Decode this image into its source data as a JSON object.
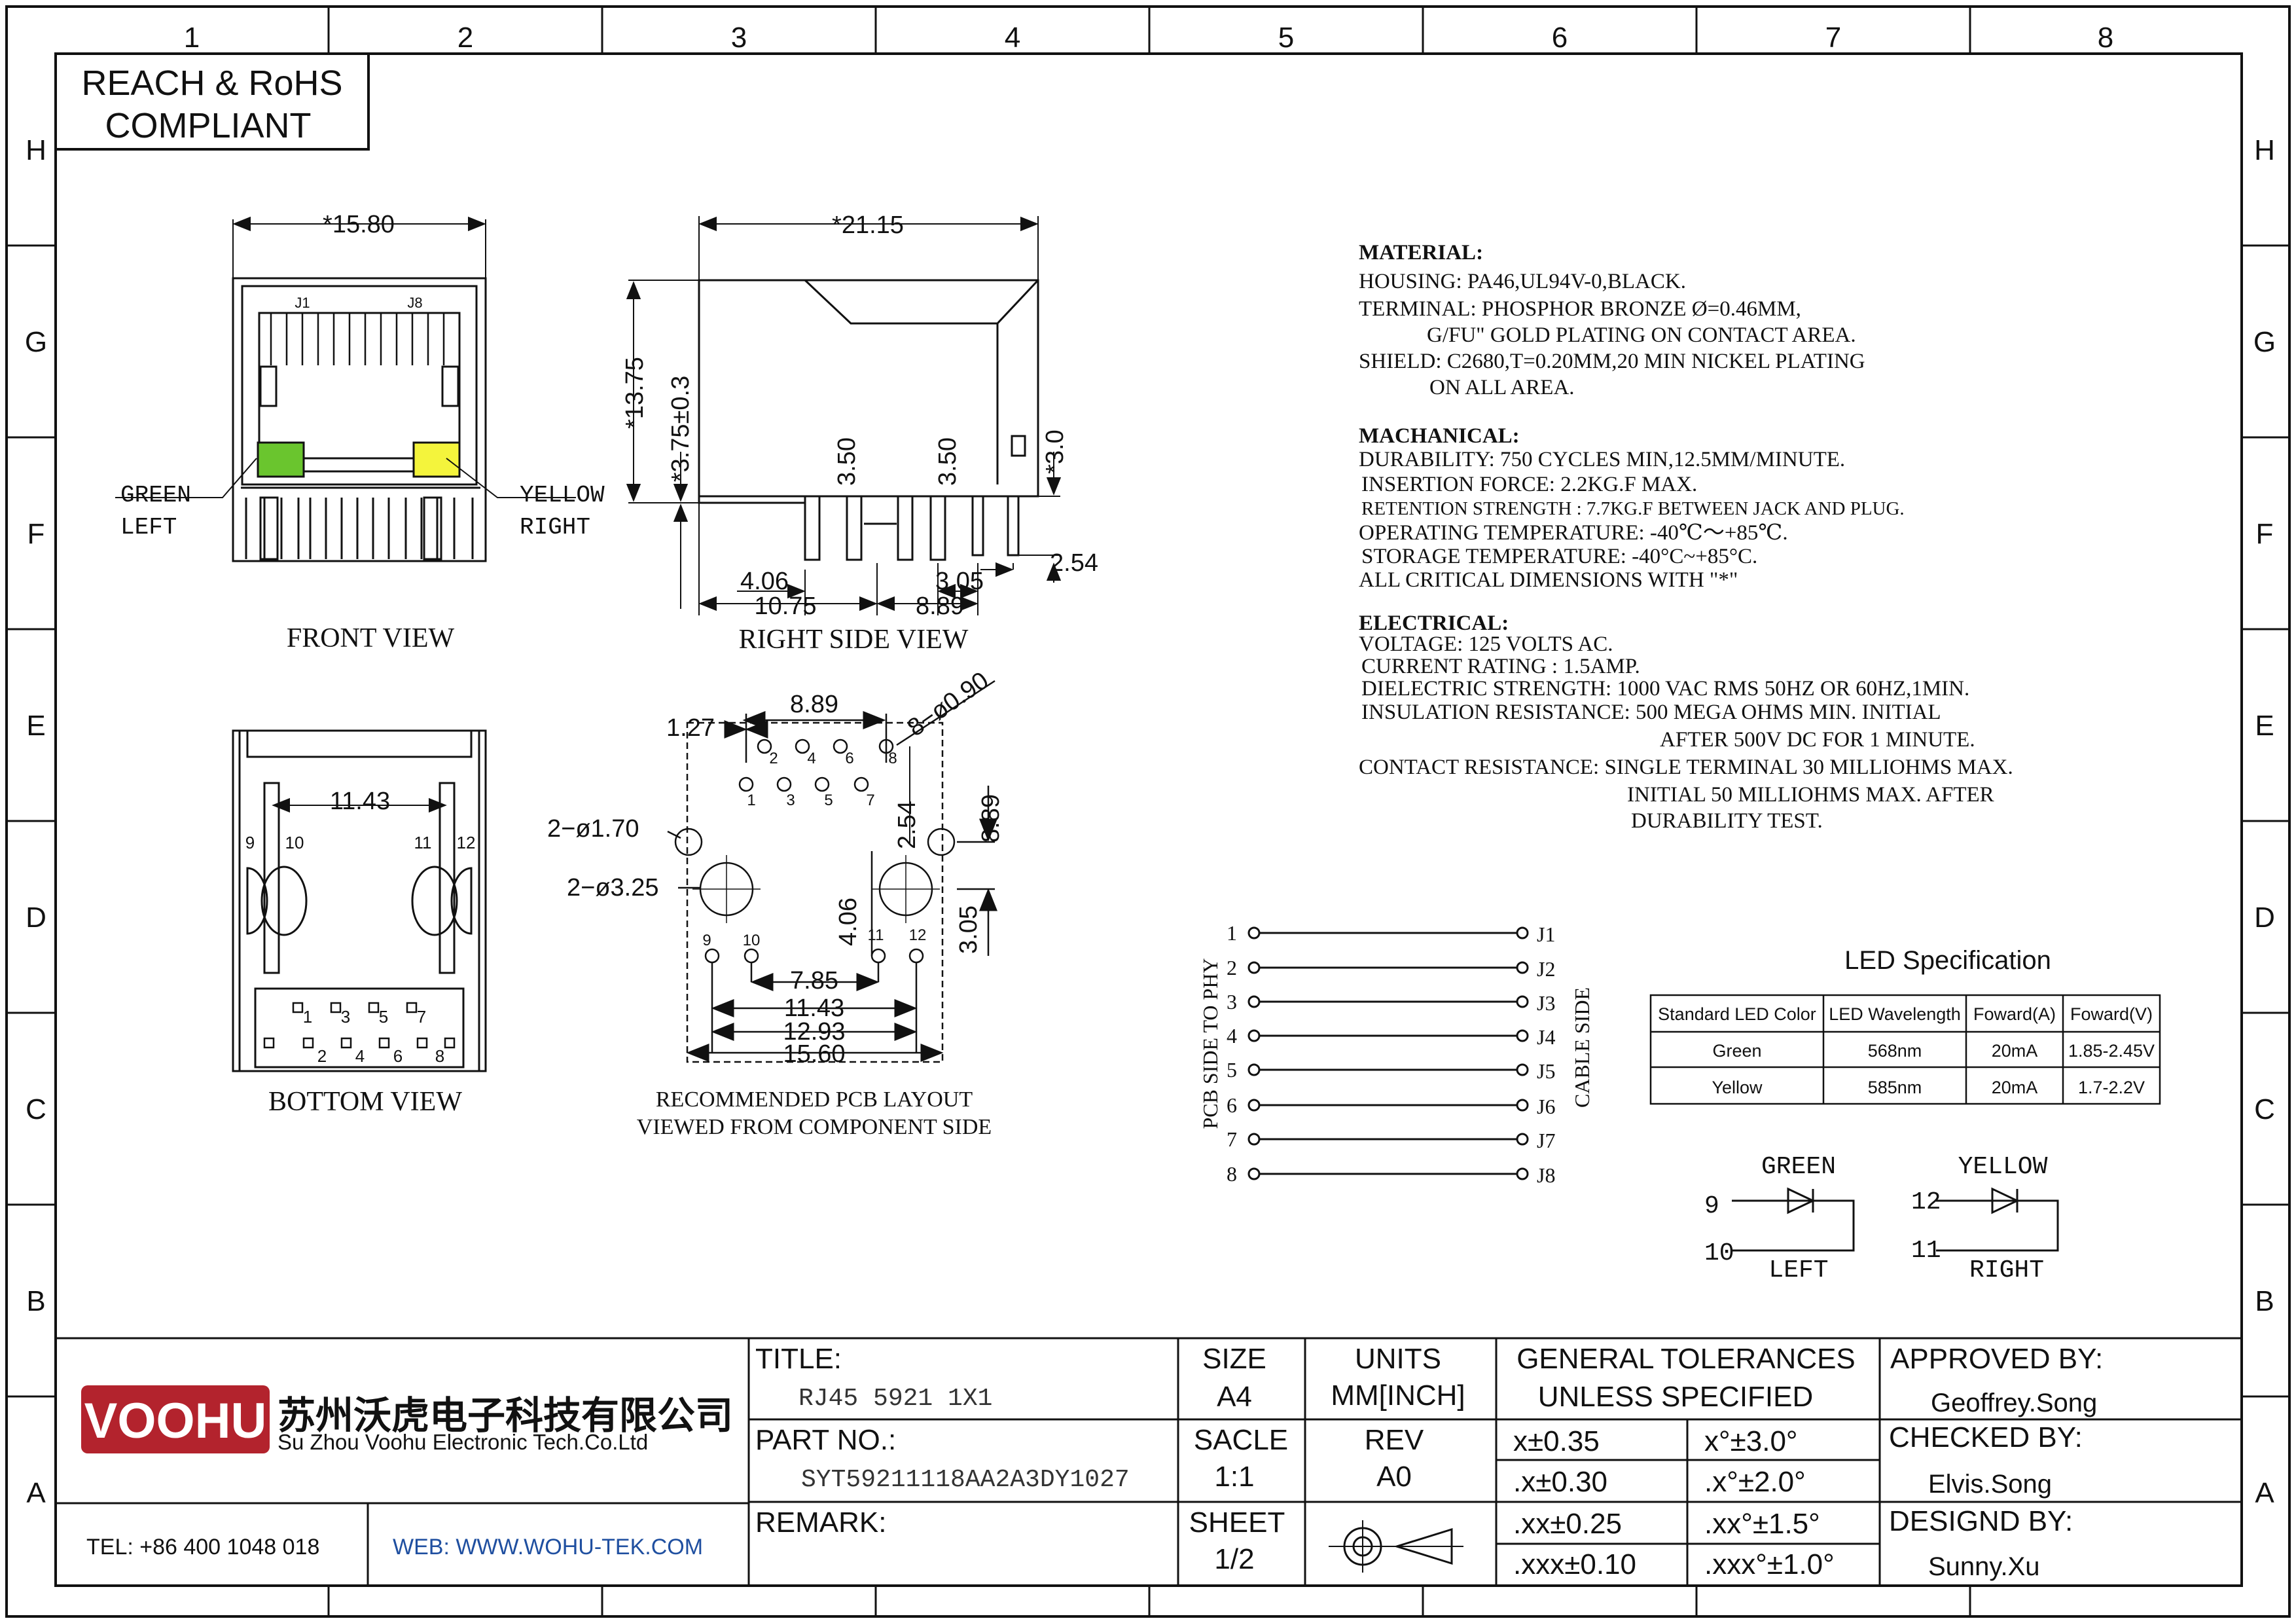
{
  "frame": {
    "col_labels": [
      "1",
      "2",
      "3",
      "4",
      "5",
      "6",
      "7",
      "8"
    ],
    "row_labels": [
      "H",
      "G",
      "F",
      "E",
      "D",
      "C",
      "B",
      "A"
    ]
  },
  "compliance": {
    "line1": "REACH & RoHS",
    "line2": "COMPLIANT"
  },
  "front_view": {
    "title": "FRONT VIEW",
    "dim_width": "*15.80",
    "pin_j1": "J1",
    "pin_j8": "J8",
    "led_left_color": "#6ac52e",
    "led_right_color": "#f4f43c",
    "label_green": "GREEN",
    "label_left": "LEFT",
    "label_yellow": "YELLOW",
    "label_right": "RIGHT"
  },
  "side_view": {
    "title": "RIGHT SIDE VIEW",
    "dim_length": "*21.15",
    "dim_height": "*13.75",
    "dim_standoff": "*3.75±0.3",
    "dim_350a": "3.50",
    "dim_350b": "3.50",
    "dim_30": "*3.0",
    "dim_406": "4.06",
    "dim_305": "3.05",
    "dim_254": "2.54",
    "dim_1075": "10.75",
    "dim_889": "8.89"
  },
  "bottom_view": {
    "title": "BOTTOM VIEW",
    "dim_1143": "11.43",
    "pins_top": [
      "9",
      "10",
      "11",
      "12"
    ],
    "pins_odd": [
      "1",
      "3",
      "5",
      "7"
    ],
    "pins_even": [
      "2",
      "4",
      "6",
      "8"
    ]
  },
  "pcb_layout": {
    "title1": "RECOMMENDED PCB LAYOUT",
    "title2": "VIEWED FROM COMPONENT SIDE",
    "dim_889": "8.89",
    "dim_127": "1.27",
    "dim_holes": "8−ø0.90",
    "dim_170": "2−ø1.70",
    "dim_325": "2−ø3.25",
    "dim_254": "2.54",
    "dim_889v": "8.89",
    "dim_406": "4.06",
    "dim_305": "3.05",
    "dim_785": "7.85",
    "dim_1143": "11.43",
    "dim_1293": "12.93",
    "dim_1560": "15.60",
    "pins_even": [
      "2",
      "4",
      "6",
      "8"
    ],
    "pins_odd": [
      "1",
      "3",
      "5",
      "7"
    ],
    "pins_led": [
      "9",
      "10",
      "11",
      "12"
    ]
  },
  "specs": {
    "material_title": "MATERIAL:",
    "material": [
      "HOUSING: PA46,UL94V-0,BLACK.",
      "TERMINAL: PHOSPHOR BRONZE Ø=0.46MM,",
      "G/FU\" GOLD PLATING ON CONTACT AREA.",
      "SHIELD: C2680,T=0.20MM,20 MIN NICKEL PLATING",
      "ON ALL AREA."
    ],
    "mech_title": "MACHANICAL:",
    "mechanical": [
      "DURABILITY: 750 CYCLES MIN,12.5MM/MINUTE.",
      "INSERTION FORCE: 2.2KG.F MAX.",
      "RETENTION STRENGTH : 7.7KG.F BETWEEN JACK AND PLUG.",
      "OPERATING TEMPERATURE: -40℃～+85℃.",
      "STORAGE TEMPERATURE: -40°C~+85°C.",
      "ALL CRITICAL DIMENSIONS WITH \"*\""
    ],
    "elec_title": "ELECTRICAL:",
    "electrical": [
      "VOLTAGE: 125 VOLTS AC.",
      "CURRENT RATING : 1.5AMP.",
      "DIELECTRIC STRENGTH: 1000 VAC RMS 50HZ OR 60HZ,1MIN.",
      "INSULATION RESISTANCE: 500 MEGA OHMS MIN. INITIAL",
      "AFTER 500V DC FOR 1 MINUTE.",
      "CONTACT RESISTANCE: SINGLE TERMINAL 30 MILLIOHMS MAX.",
      "INITIAL 50 MILLIOHMS MAX. AFTER",
      "DURABILITY TEST."
    ]
  },
  "wiring": {
    "left_label": "PCB SIDE TO PHY",
    "right_label": "CABLE SIDE",
    "pins": [
      "1",
      "2",
      "3",
      "4",
      "5",
      "6",
      "7",
      "8"
    ],
    "jacks": [
      "J1",
      "J2",
      "J3",
      "J4",
      "J5",
      "J6",
      "J7",
      "J8"
    ]
  },
  "led_spec": {
    "title": "LED Specification",
    "headers": [
      "Standard LED Color",
      "LED Wavelength",
      "Foward(A)",
      "Foward(V)"
    ],
    "rows": [
      [
        "Green",
        "568nm",
        "20mA",
        "1.85-2.45V"
      ],
      [
        "Yellow",
        "585nm",
        "20mA",
        "1.7-2.2V"
      ]
    ],
    "green_label": "GREEN",
    "green_pin_a": "9",
    "green_pin_k": "10",
    "green_side": "LEFT",
    "yellow_label": "YELLOW",
    "yellow_pin_a": "12",
    "yellow_pin_k": "11",
    "yellow_side": "RIGHT"
  },
  "title_block": {
    "logo": "VOOHU",
    "company_cn": "苏州沃虎电子科技有限公司",
    "company_en": "Su Zhou Voohu Electronic Tech.Co.Ltd",
    "tel": "TEL: +86 400 1048 018",
    "web": "WEB: WWW.WOHU-TEK.COM",
    "title_label": "TITLE:",
    "title_value": "RJ45 5921 1X1",
    "part_label": "PART NO.:",
    "part_value": "SYT59211118AA2A3DY1027",
    "remark_label": "REMARK:",
    "size_label": "SIZE",
    "size_value": "A4",
    "scale_label": "SACLE",
    "scale_value": "1:1",
    "sheet_label": "SHEET",
    "sheet_value": "1/2",
    "units_label": "UNITS",
    "units_value": "MM[INCH]",
    "rev_label": "REV",
    "rev_value": "A0",
    "tol_title1": "GENERAL TOLERANCES",
    "tol_title2": "UNLESS SPECIFIED",
    "tol_lin": [
      "x±0.35",
      ".x±0.30",
      ".xx±0.25",
      ".xxx±0.10"
    ],
    "tol_ang": [
      "x°±3.0°",
      ".x°±2.0°",
      ".xx°±1.5°",
      ".xxx°±1.0°"
    ],
    "approved_label": "APPROVED BY:",
    "approved_value": "Geoffrey.Song",
    "checked_label": "CHECKED BY:",
    "checked_value": "Elvis.Song",
    "designed_label": "DESIGND BY:",
    "designed_value": "Sunny.Xu",
    "brand_color": "#b3232d",
    "web_color": "#1f4fa0"
  }
}
